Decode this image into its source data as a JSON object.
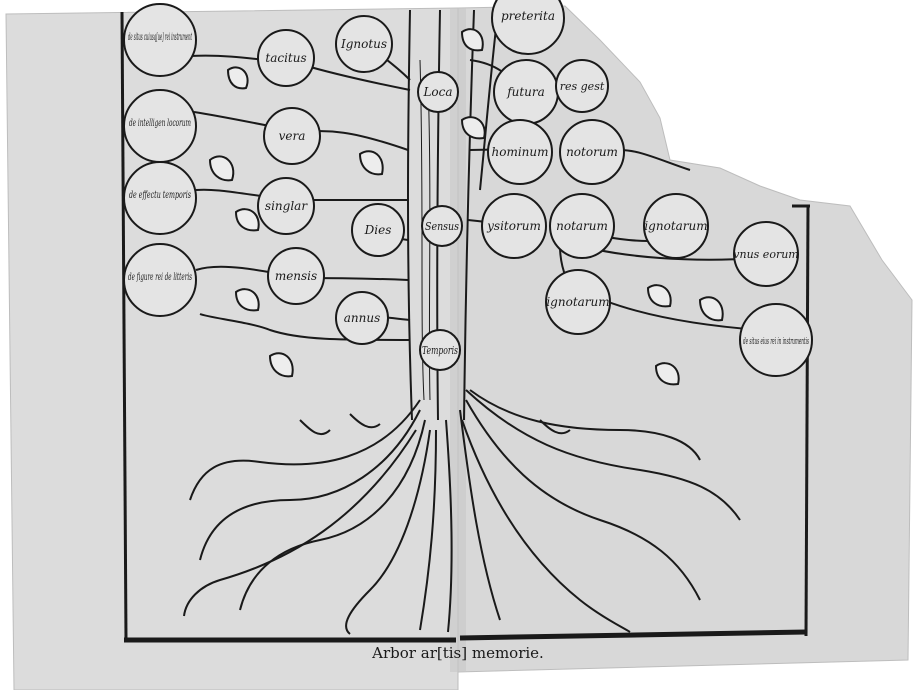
{
  "image": {
    "subject": "woodcut-memory-tree",
    "colors": {
      "paper": "#dcdcdc",
      "ink": "#1a1a1a",
      "background": "#ffffff"
    }
  },
  "caption": "Arbor ar[tis] memorie.",
  "left_page": {
    "outer_labels": [
      "de situs cuiusq[ue] rei instrument",
      "de intelligen locorum",
      "de effectu temporis",
      "de figure rei de litteris"
    ],
    "inner_labels": [
      "tacitus",
      "Ignotus",
      "vera",
      "singlar",
      "Dies",
      "mensis",
      "annus"
    ],
    "trunk_labels": [
      "Loca",
      "Sensus",
      "Temporis"
    ]
  },
  "right_page": {
    "labels": [
      "preterita",
      "futura",
      "res gest",
      "hominum",
      "notorum",
      "ysitorum",
      "notarum",
      "ignotarum",
      "ignotarum",
      "vnus eorum",
      "de situs eius rei in instrumentis"
    ]
  }
}
